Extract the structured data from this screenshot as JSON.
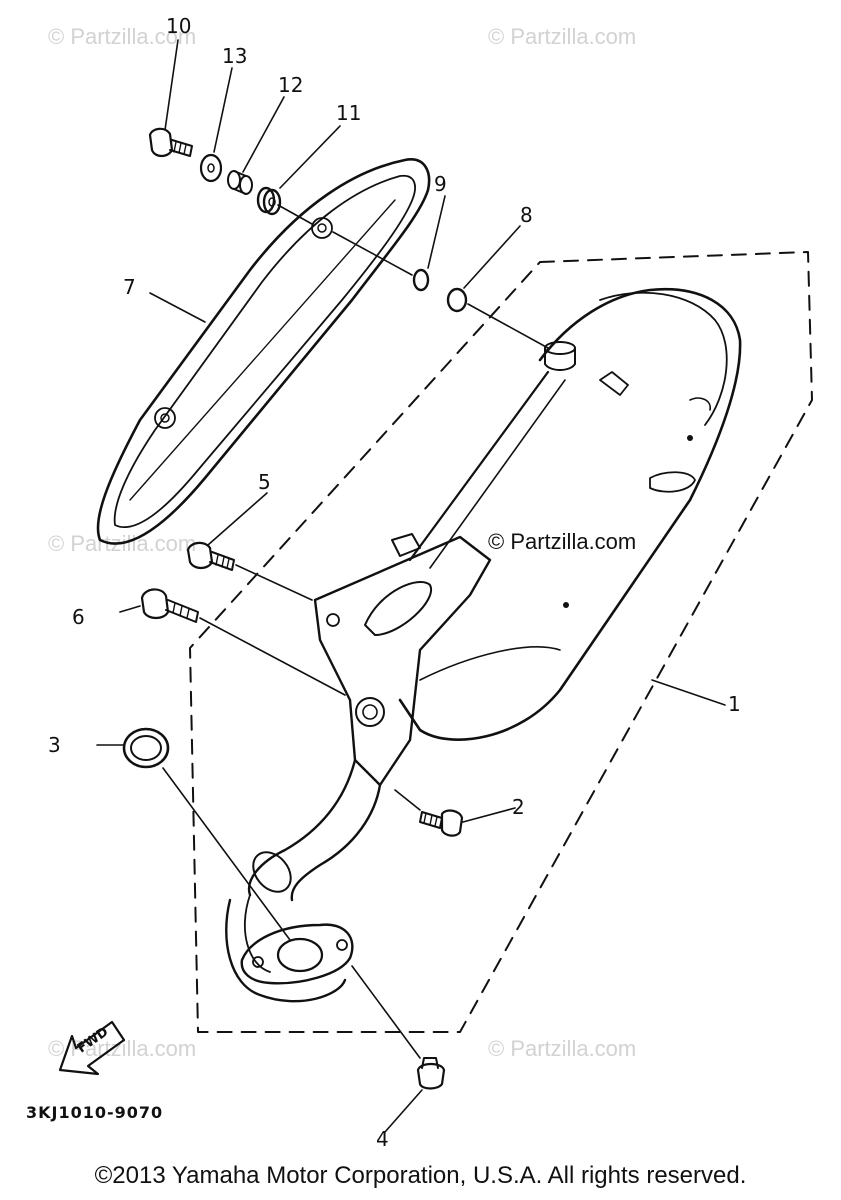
{
  "watermarks": {
    "top_left": "© Partzilla.com",
    "top_right": "© Partzilla.com",
    "mid_left": "© Partzilla.com",
    "mid_center": "© Partzilla.com",
    "bottom_left": "© Partzilla.com",
    "bottom_right": "© Partzilla.com"
  },
  "callouts": {
    "c1": "1",
    "c2": "2",
    "c3": "3",
    "c4": "4",
    "c5": "5",
    "c6": "6",
    "c7": "7",
    "c8": "8",
    "c9": "9",
    "c10": "10",
    "c11": "11",
    "c12": "12",
    "c13": "13"
  },
  "fwd_label": "FWD",
  "diagram_code": "3KJ1010-9070",
  "copyright": "©2013  Yamaha Motor Corporation, U.S.A. All rights reserved."
}
